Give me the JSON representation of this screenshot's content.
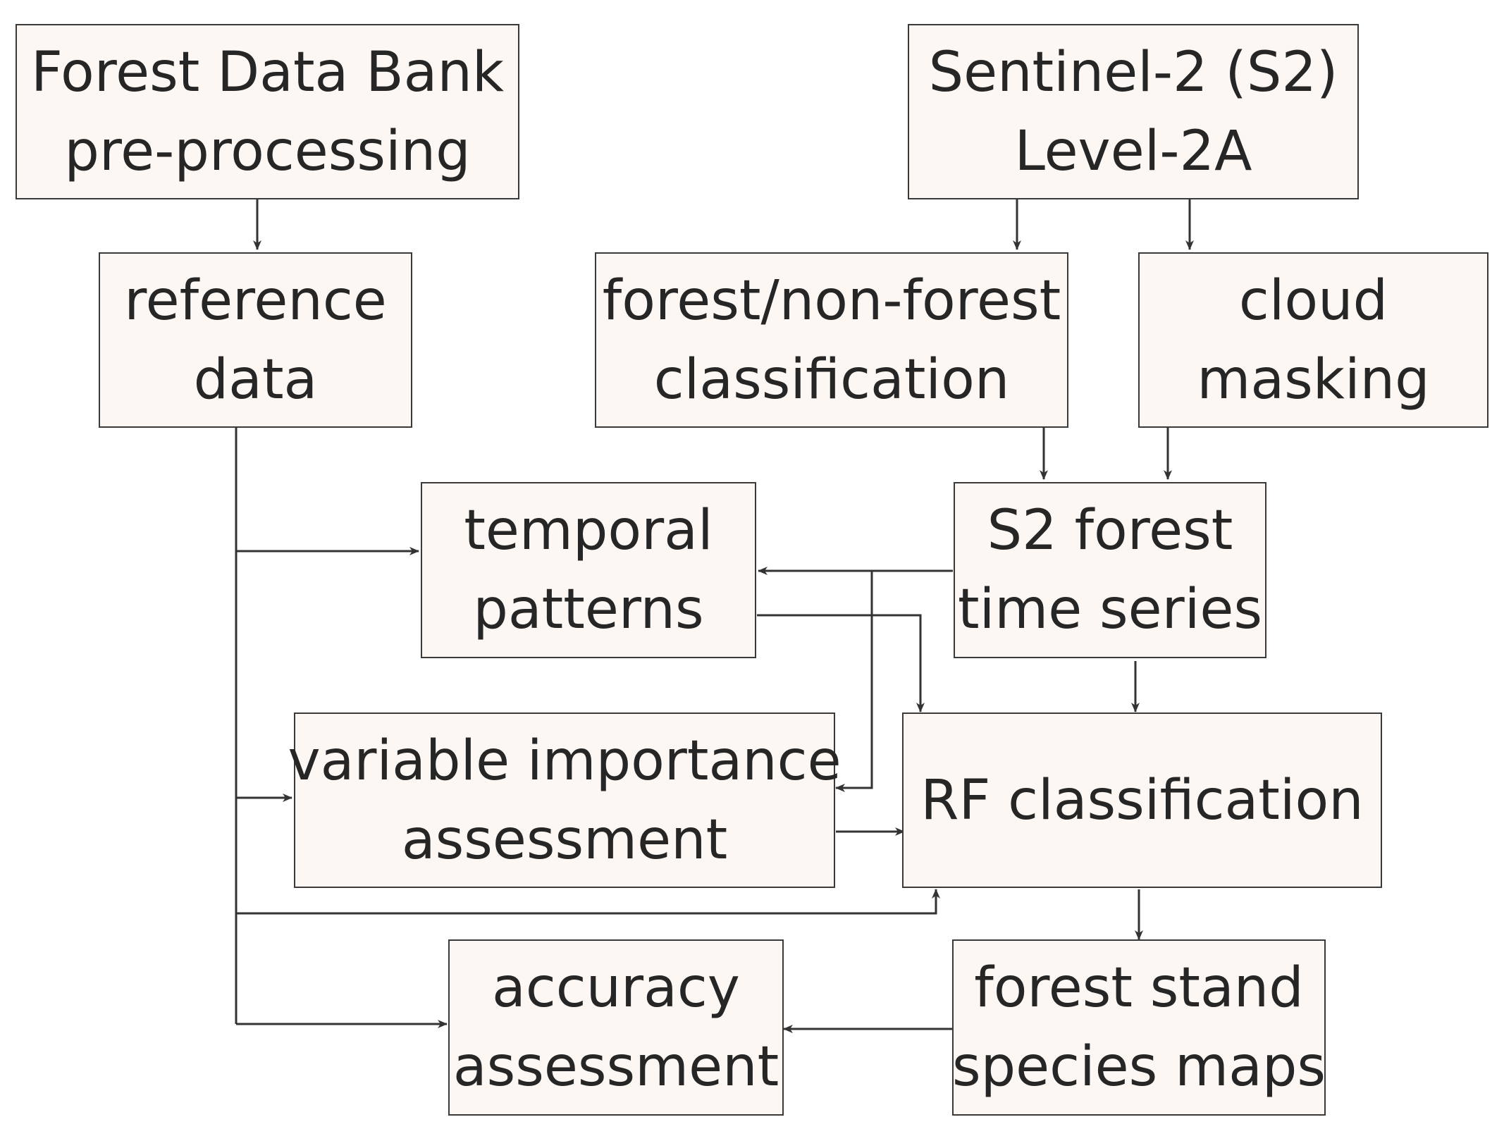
{
  "diagram": {
    "nodes": {
      "forest_data_bank": {
        "lines": [
          "Forest Data Bank",
          "pre-processing"
        ]
      },
      "sentinel2": {
        "lines": [
          "Sentinel-2 (S2)",
          "Level-2A"
        ]
      },
      "reference_data": {
        "lines": [
          "reference",
          "data"
        ]
      },
      "forest_classification": {
        "lines": [
          "forest/non-forest",
          "classification"
        ]
      },
      "cloud_masking": {
        "lines": [
          "cloud",
          "masking"
        ]
      },
      "temporal_patterns": {
        "lines": [
          "temporal",
          "patterns"
        ]
      },
      "s2_time_series": {
        "lines": [
          "S2 forest",
          "time series"
        ]
      },
      "variable_importance": {
        "lines": [
          "variable importance",
          "assessment"
        ]
      },
      "rf_classification": {
        "lines": [
          "RF classification"
        ]
      },
      "accuracy_assessment": {
        "lines": [
          "accuracy",
          "assessment"
        ]
      },
      "species_maps": {
        "lines": [
          "forest stand",
          "species maps"
        ]
      }
    },
    "colors": {
      "box_fill": "#fcf7f2",
      "border": "#3a3a3a",
      "text": "#262626",
      "arrow": "#333333"
    }
  }
}
